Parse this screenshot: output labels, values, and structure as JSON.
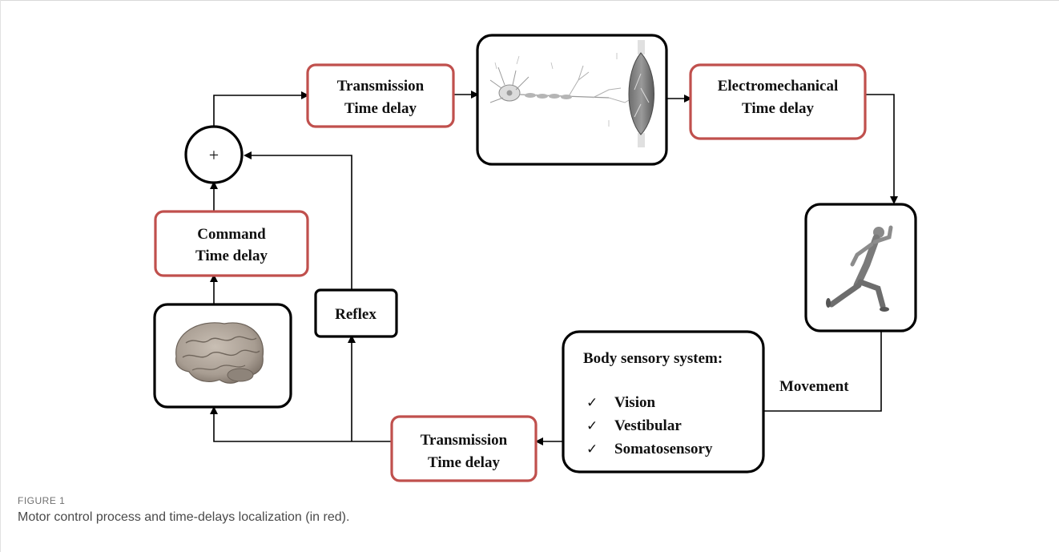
{
  "diagram": {
    "command_delay": {
      "line1": "Command",
      "line2": "Time delay"
    },
    "transmission_top": {
      "line1": "Transmission",
      "line2": "Time delay"
    },
    "electromechanical": {
      "line1": "Electromechanical",
      "line2": "Time delay"
    },
    "transmission_bottom": {
      "line1": "Transmission",
      "line2": "Time delay"
    },
    "reflex": "Reflex",
    "sum_symbol": "+",
    "movement": "Movement",
    "sensory": {
      "title": "Body sensory system:",
      "items": [
        "Vision",
        "Vestibular",
        "Somatosensory"
      ],
      "check": "✓"
    },
    "colors": {
      "delay_border": "#c0504d",
      "box_border": "#000000"
    }
  },
  "caption": {
    "label": "FIGURE 1",
    "text": "Motor control process and time-delays localization (in red)."
  }
}
